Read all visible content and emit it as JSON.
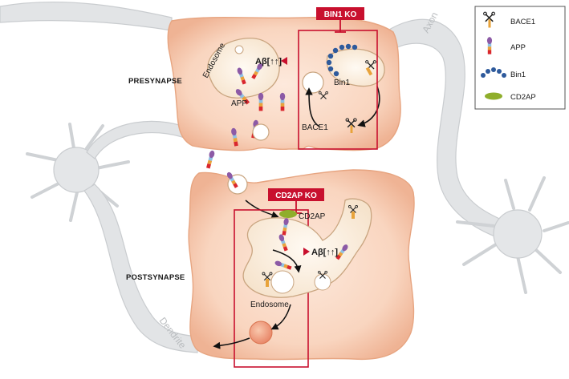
{
  "labels": {
    "bin1_ko": "BIN1 KO",
    "cd2ap_ko": "CD2AP KO",
    "presynapse": "PRESYNAPSE",
    "postsynapse": "POSTSYNAPSE",
    "axon": "Axon",
    "dendrite": "Dendrite",
    "endosome_pre": "Endosome",
    "endosome_post": "Endosome",
    "app_pre": "APP",
    "bace1_pre": "BACE1",
    "bin1_pre": "Bin1",
    "cd2ap_post": "CD2AP",
    "abeta_pre": "Aβ[↑↑]",
    "abeta_post": "Aβ[↑↑]"
  },
  "legend": [
    {
      "label": "BACE1",
      "icon": "bace1-icon"
    },
    {
      "label": "APP",
      "icon": "app-icon"
    },
    {
      "label": "Bin1",
      "icon": "bin1-icon"
    },
    {
      "label": "CD2AP",
      "icon": "cd2ap-icon"
    }
  ],
  "colors": {
    "ko_red": "#c8102e",
    "membrane_fill": "#f9d9c6",
    "membrane_edge": "#e7a581",
    "neuron_grey": "#d9dbdd",
    "bin1_blue": "#2e5a9c",
    "cd2ap_green": "#8fae2c",
    "bace1_orange": "#e8a33a",
    "app_purple": "#8c5aa6"
  }
}
